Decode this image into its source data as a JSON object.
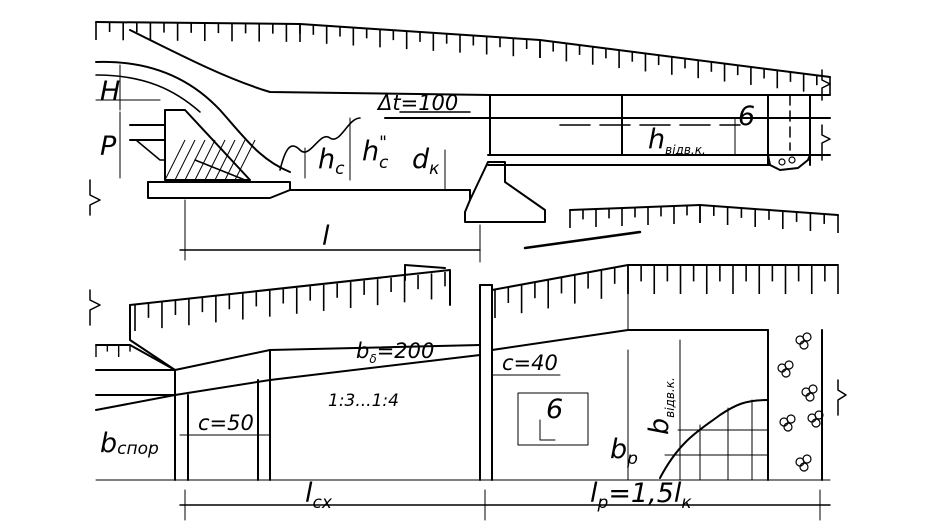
{
  "profile": {
    "H": "H",
    "P": "P",
    "delta_t": "Δt=100",
    "mark_6": "6",
    "h_c": "h",
    "h_c_sub": "c",
    "h_c2": "h",
    "h_c2_sup": "\"",
    "h_c2_sub": "c",
    "d_k": "d",
    "d_k_sub": "к",
    "h_vidv": "h",
    "h_vidv_sub": "відв.к.",
    "l": "l"
  },
  "plan": {
    "b_d": "b",
    "b_d_sub": "δ",
    "b_d_val": "=200",
    "c40": "c=40",
    "c50": "c=50",
    "slope": "1:3...1:4",
    "mark_6": "6",
    "b_spor": "b",
    "b_spor_sub": "спор",
    "b_vidv": "b",
    "b_vidv_sub": "відв.к.",
    "b_p": "b",
    "b_p_sub": "р",
    "l_cx": "l",
    "l_cx_sub": "сх",
    "l_p": "l",
    "l_p_sub": "р",
    "l_p_eq": "=1,5l",
    "l_p_k": "к"
  }
}
